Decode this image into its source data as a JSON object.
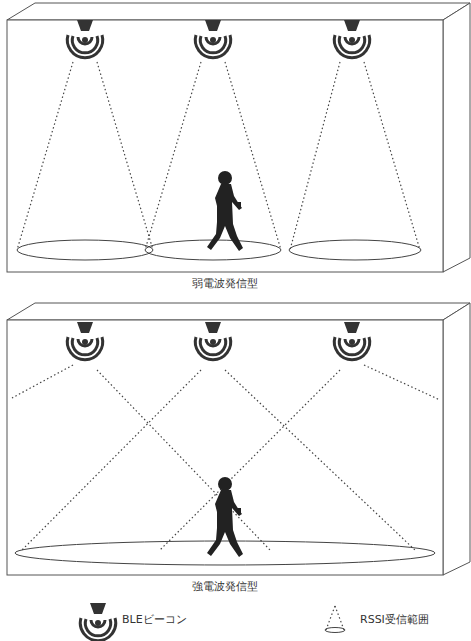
{
  "diagram": {
    "labels": [
      "弱電波発信型",
      "強電波発信型"
    ],
    "legend": [
      {
        "text": "BLEビーコン"
      },
      {
        "text": "RSSI受信範囲"
      }
    ]
  }
}
